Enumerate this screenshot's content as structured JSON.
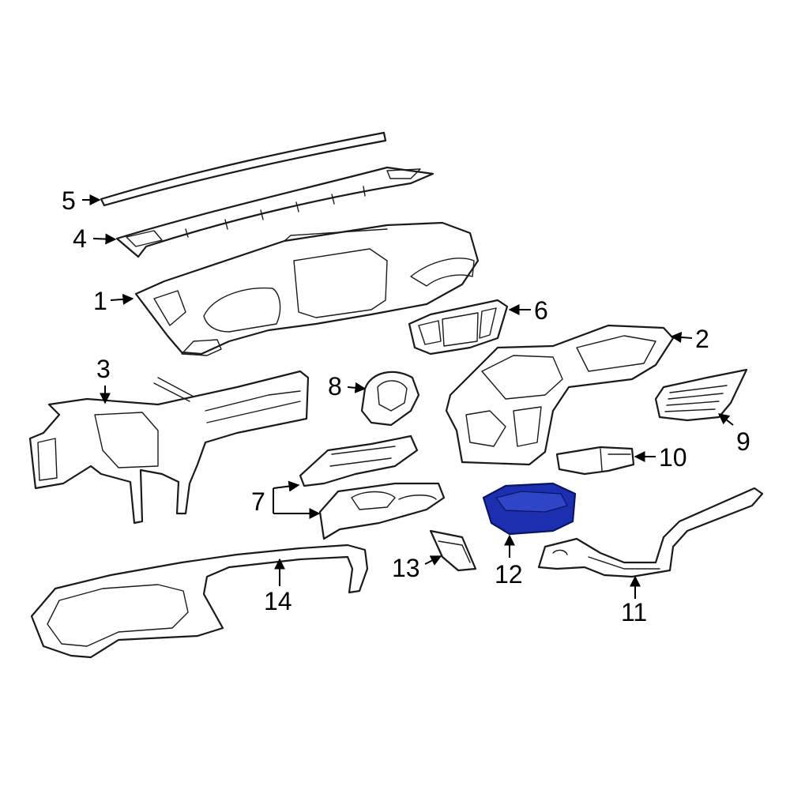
{
  "colors": {
    "line": "#1a1a1a",
    "highlight_fill": "#1c2fb0",
    "highlight_stroke": "#0a1460",
    "background": "#ffffff"
  },
  "highlighted_part": "12",
  "callouts": {
    "c1": "1",
    "c2": "2",
    "c3": "3",
    "c4": "4",
    "c5": "5",
    "c6": "6",
    "c7": "7",
    "c8": "8",
    "c9": "9",
    "c10": "10",
    "c11": "11",
    "c12": "12",
    "c13": "13",
    "c14": "14"
  }
}
